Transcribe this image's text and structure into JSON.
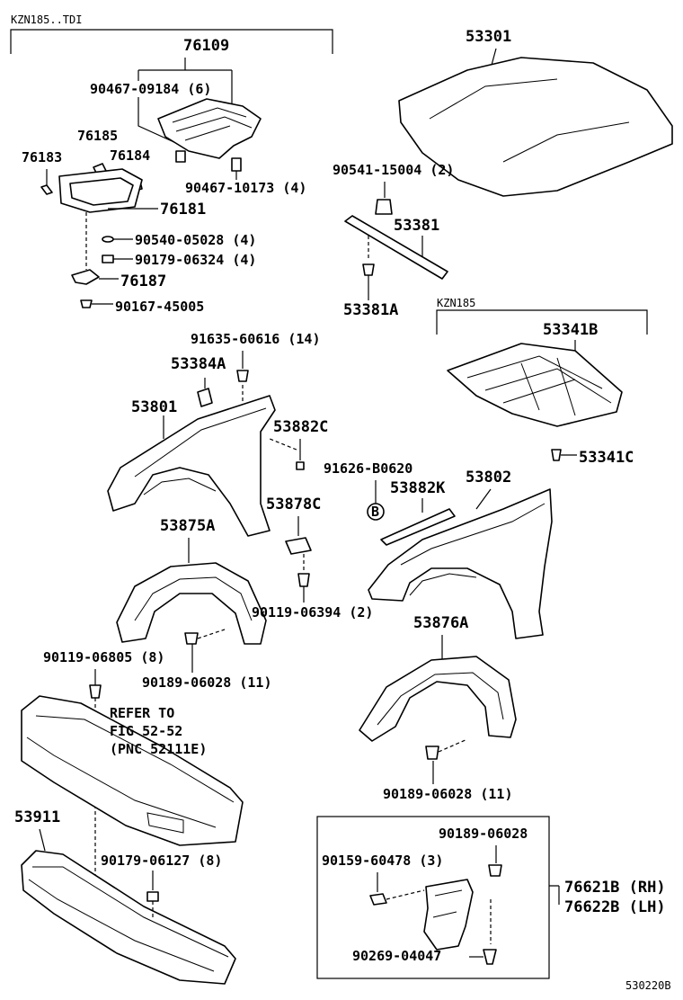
{
  "header": {
    "model_label": "KZN185..TDI",
    "sub_model_label": "KZN185"
  },
  "footer": {
    "figure_code": "530220B"
  },
  "parts": {
    "p76109": "76109",
    "p90467_09184": "90467-09184 (6)",
    "p76185": "76185",
    "p76184": "76184",
    "p76183": "76183",
    "p90467_10173": "90467-10173 (4)",
    "p76181": "76181",
    "p90540_05028": "90540-05028 (4)",
    "p90179_06324": "90179-06324 (4)",
    "p76187": "76187",
    "p90167_45005": "90167-45005",
    "p53301": "53301",
    "p90541_15004": "90541-15004 (2)",
    "p53381": "53381",
    "p53381A": "53381A",
    "p53341B": "53341B",
    "p53341C": "53341C",
    "p91635_60616": "91635-60616 (14)",
    "p53384A": "53384A",
    "p53801": "53801",
    "p53882C": "53882C",
    "p91626_B0620": "91626-B0620",
    "p53882K": "53882K",
    "p53802": "53802",
    "p53878C": "53878C",
    "p53875A": "53875A",
    "p90119_06394": "90119-06394 (2)",
    "p53876A": "53876A",
    "p90119_06805": "90119-06805 (8)",
    "p90189_06028_a": "90189-06028 (11)",
    "p90189_06028_b": "90189-06028 (11)",
    "p53911": "53911",
    "p90179_06127": "90179-06127 (8)",
    "p90189_06028_c": "90189-06028",
    "p90159_60478": "90159-60478 (3)",
    "p76621B": "76621B (RH)",
    "p76622B": "76622B (LH)",
    "p90269_04047": "90269-04047"
  },
  "notes": {
    "refer_line1": "REFER TO",
    "refer_line2": "FIG 52-52",
    "refer_line3": "(PNC 52111E)"
  },
  "callout": {
    "circle_b": "B"
  }
}
